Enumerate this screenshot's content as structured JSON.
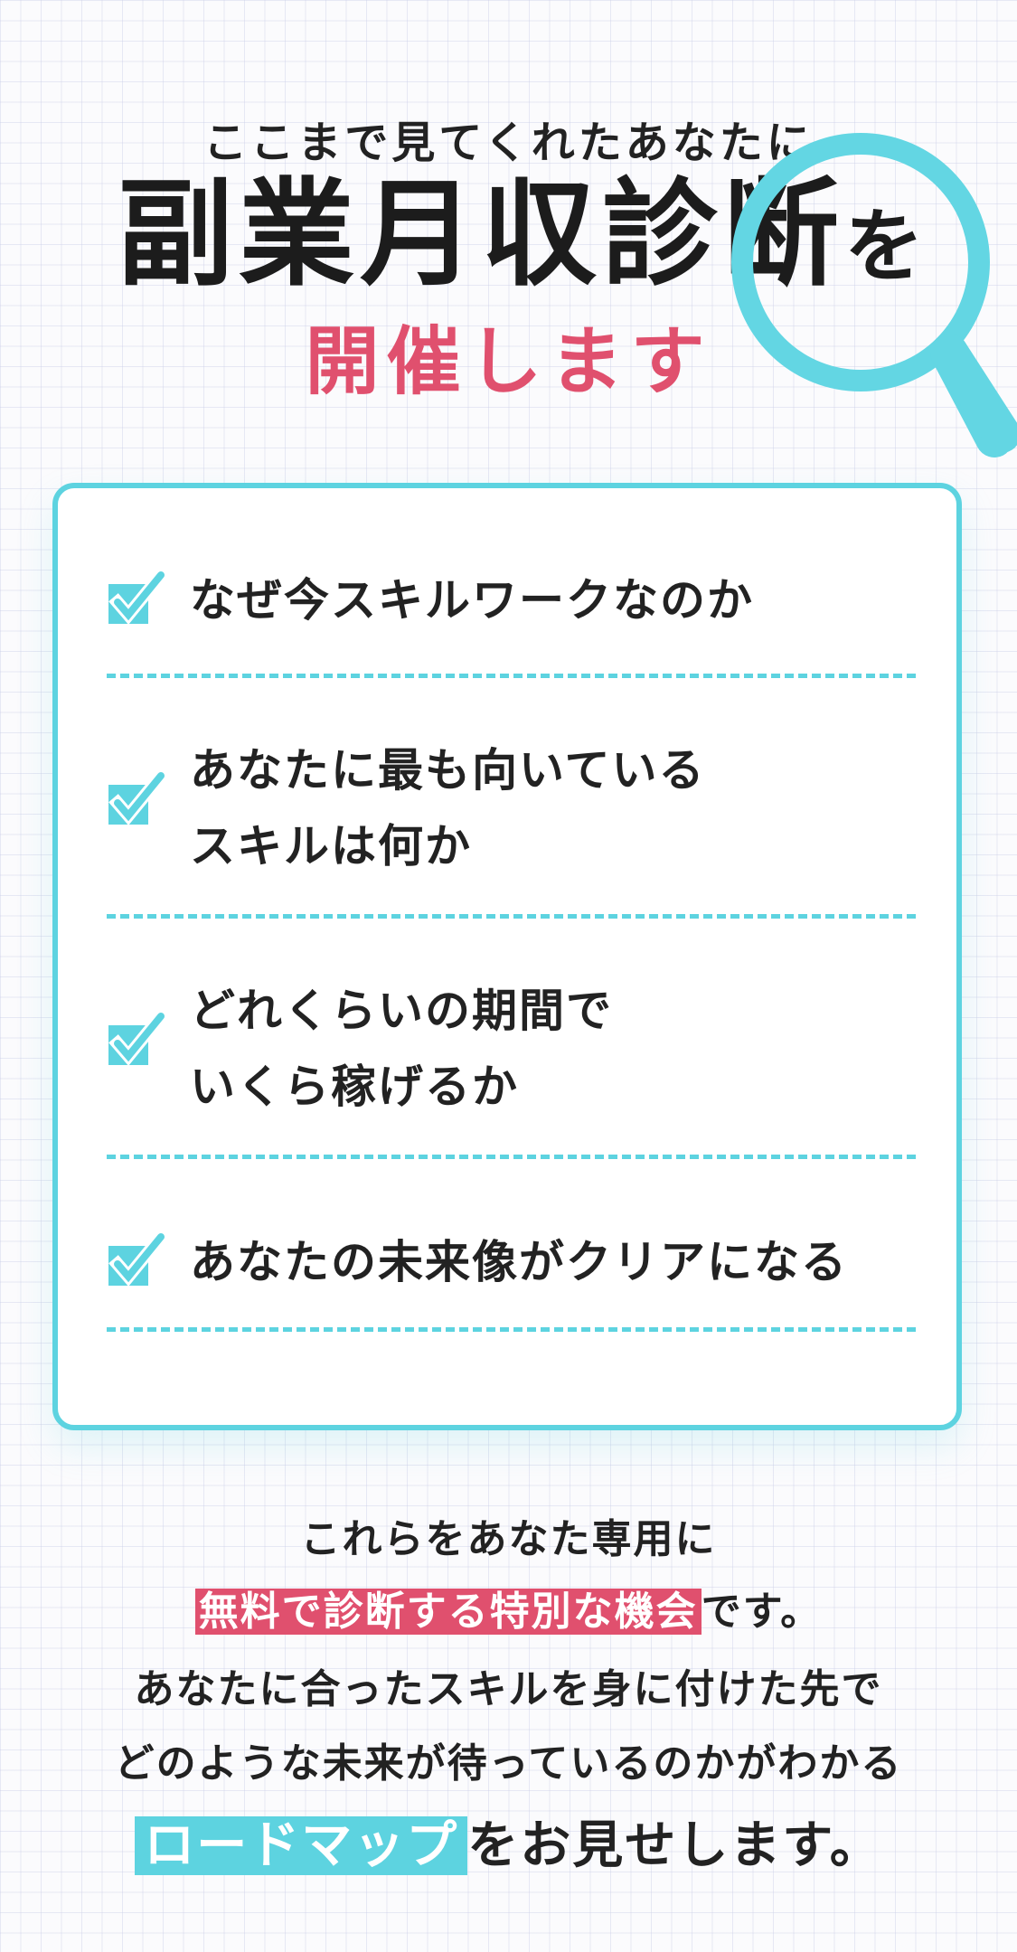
{
  "header": {
    "intro": "ここまで見てくれたあなたに",
    "title_main": "副業月収診断",
    "title_particle": "を",
    "subtitle": "開催します"
  },
  "checklist": {
    "items": [
      {
        "line1": "なぜ今スキルワークなのか",
        "line2": ""
      },
      {
        "line1": "あなたに最も向いている",
        "line2": "スキルは何か"
      },
      {
        "line1": "どれくらいの期間で",
        "line2": "いくら稼げるか"
      },
      {
        "line1": "あなたの未来像がクリアになる",
        "line2": ""
      }
    ]
  },
  "footer": {
    "line1": "これらをあなた専用に",
    "line2_highlight": "無料で診断する特別な機会",
    "line2_rest": "です。",
    "line3": "あなたに合ったスキルを身に付けた先で",
    "line4": "どのような未来が待っているのかがわかる",
    "line5_highlight": "ロードマップ",
    "line5_rest": "をお見せします。"
  },
  "colors": {
    "accent_cyan": "#5dd3e0",
    "accent_pink": "#e0506e",
    "text": "#222222"
  },
  "icons": {
    "magnifier": "magnifying-glass-icon",
    "check": "checkbox-check-icon"
  }
}
